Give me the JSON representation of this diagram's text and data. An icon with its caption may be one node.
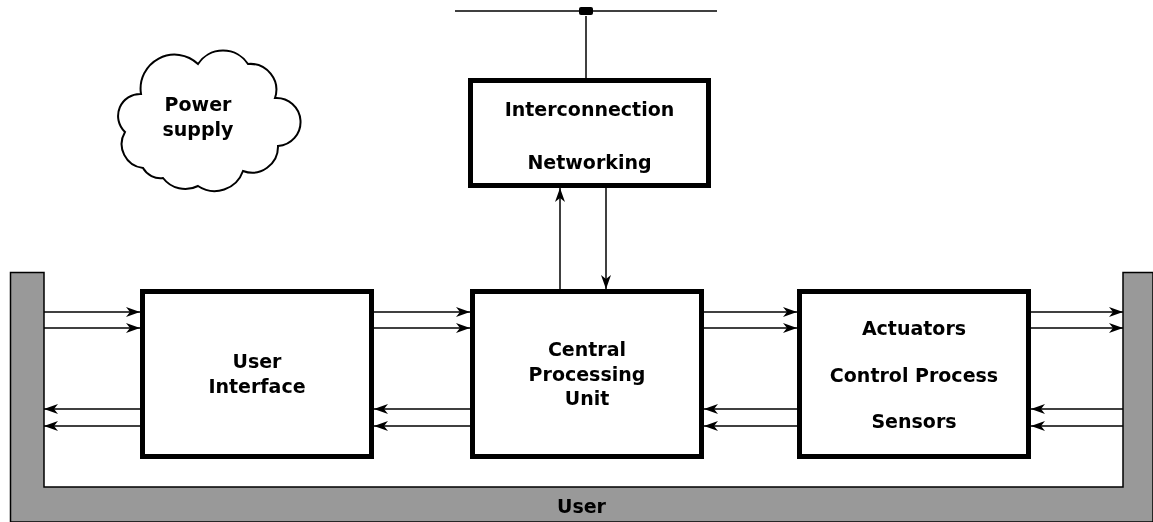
{
  "diagram": {
    "nodes": [
      {
        "text": [
          "Power supply"
        ]
      },
      {
        "text": [
          "Interconnection",
          "Networking"
        ]
      },
      {
        "text": [
          "User"
        ]
      },
      {
        "text": [
          "User Interface"
        ]
      },
      {
        "text": [
          "Central Processing Unit"
        ]
      },
      {
        "text": [
          "Actuators",
          "Control Process",
          "Sensors"
        ]
      },
      {
        "text": [],
        "shape": "bar"
      }
    ],
    "edges": [
      {
        "from": 2,
        "to": 3,
        "arrow": "to"
      },
      {
        "from": 2,
        "to": 3,
        "arrow": "to"
      },
      {
        "from": 3,
        "to": 4,
        "arrow": "to"
      },
      {
        "from": 3,
        "to": 4,
        "arrow": "to"
      },
      {
        "from": 4,
        "to": 5,
        "arrow": "to"
      },
      {
        "from": 4,
        "to": 5,
        "arrow": "to"
      },
      {
        "from": 5,
        "to": 2,
        "arrow": "to"
      },
      {
        "from": 5,
        "to": 2,
        "arrow": "to"
      },
      {
        "from": 2,
        "to": 5,
        "arrow": "to"
      },
      {
        "from": 2,
        "to": 5,
        "arrow": "to"
      },
      {
        "from": 5,
        "to": 4,
        "arrow": "to"
      },
      {
        "from": 5,
        "to": 4,
        "arrow": "to"
      },
      {
        "from": 4,
        "to": 3,
        "arrow": "to"
      },
      {
        "from": 4,
        "to": 3,
        "arrow": "to"
      },
      {
        "from": 3,
        "to": 2,
        "arrow": "to"
      },
      {
        "from": 3,
        "to": 2,
        "arrow": "to"
      },
      {
        "from": 4,
        "to": 1,
        "arrow": "to"
      },
      {
        "from": 1,
        "to": 4,
        "arrow": "to"
      },
      {
        "from": 1,
        "to": 6,
        "arrow": "none"
      }
    ]
  }
}
